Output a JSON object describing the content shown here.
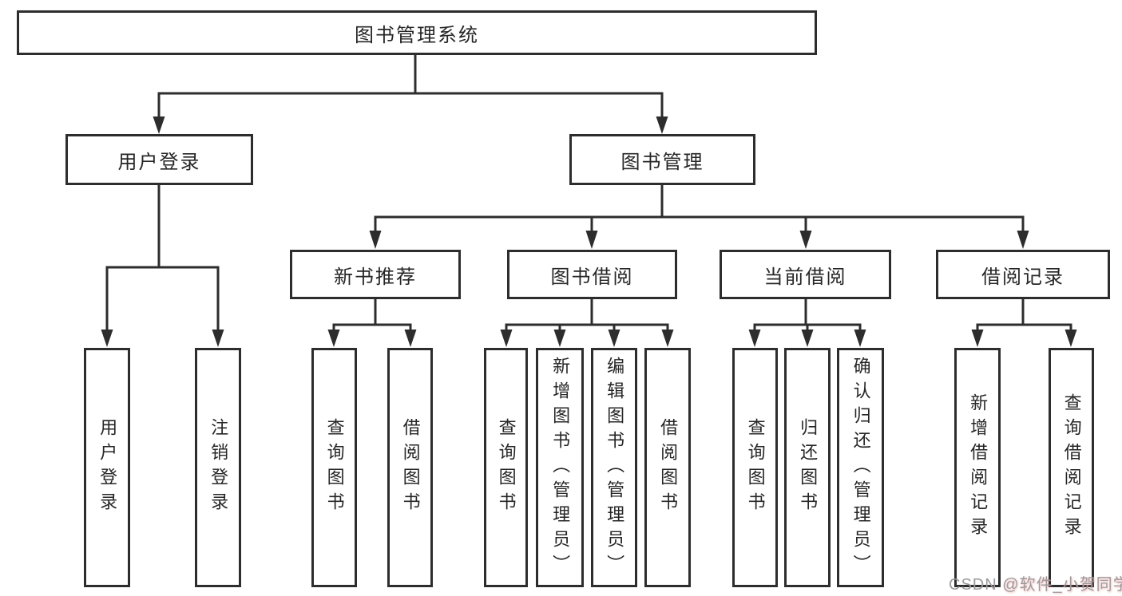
{
  "tree": {
    "label": "图书管理系统",
    "children": [
      {
        "label": "用户登录",
        "children": [
          {
            "label": "用户登录"
          },
          {
            "label": "注销登录"
          }
        ]
      },
      {
        "label": "图书管理",
        "children": [
          {
            "label": "新书推荐",
            "children": [
              {
                "label": "查询图书"
              },
              {
                "label": "借阅图书"
              }
            ]
          },
          {
            "label": "图书借阅",
            "children": [
              {
                "label": "查询图书"
              },
              {
                "label": "新增图书（管理员）"
              },
              {
                "label": "编辑图书（管理员）"
              },
              {
                "label": "借阅图书"
              }
            ]
          },
          {
            "label": "当前借阅",
            "children": [
              {
                "label": "查询图书"
              },
              {
                "label": "归还图书"
              },
              {
                "label": "确认归还（管理员）"
              }
            ]
          },
          {
            "label": "借阅记录",
            "children": [
              {
                "label": "新增借阅记录"
              },
              {
                "label": "查询借阅记录"
              }
            ]
          }
        ]
      }
    ]
  },
  "watermark": {
    "prefix": "CSDN ",
    "handle": "@软件_小贺同学"
  },
  "colors": {
    "line": "#2d2d2d",
    "text": "#262626",
    "background": "#ffffff",
    "watermark_gray": "#9b9b9d",
    "watermark_accent": "#f27878"
  }
}
